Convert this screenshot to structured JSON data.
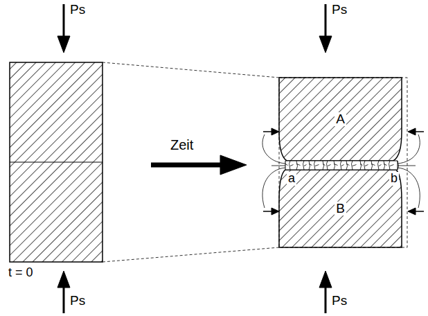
{
  "diagram": {
    "nodes": [
      {
        "text": [
          "A"
        ]
      },
      {
        "text": [
          "B"
        ]
      }
    ],
    "labels": [
      "Ps",
      "Ps",
      "Ps",
      "Ps",
      "Zeit",
      "t = 0",
      "a",
      "b"
    ]
  }
}
